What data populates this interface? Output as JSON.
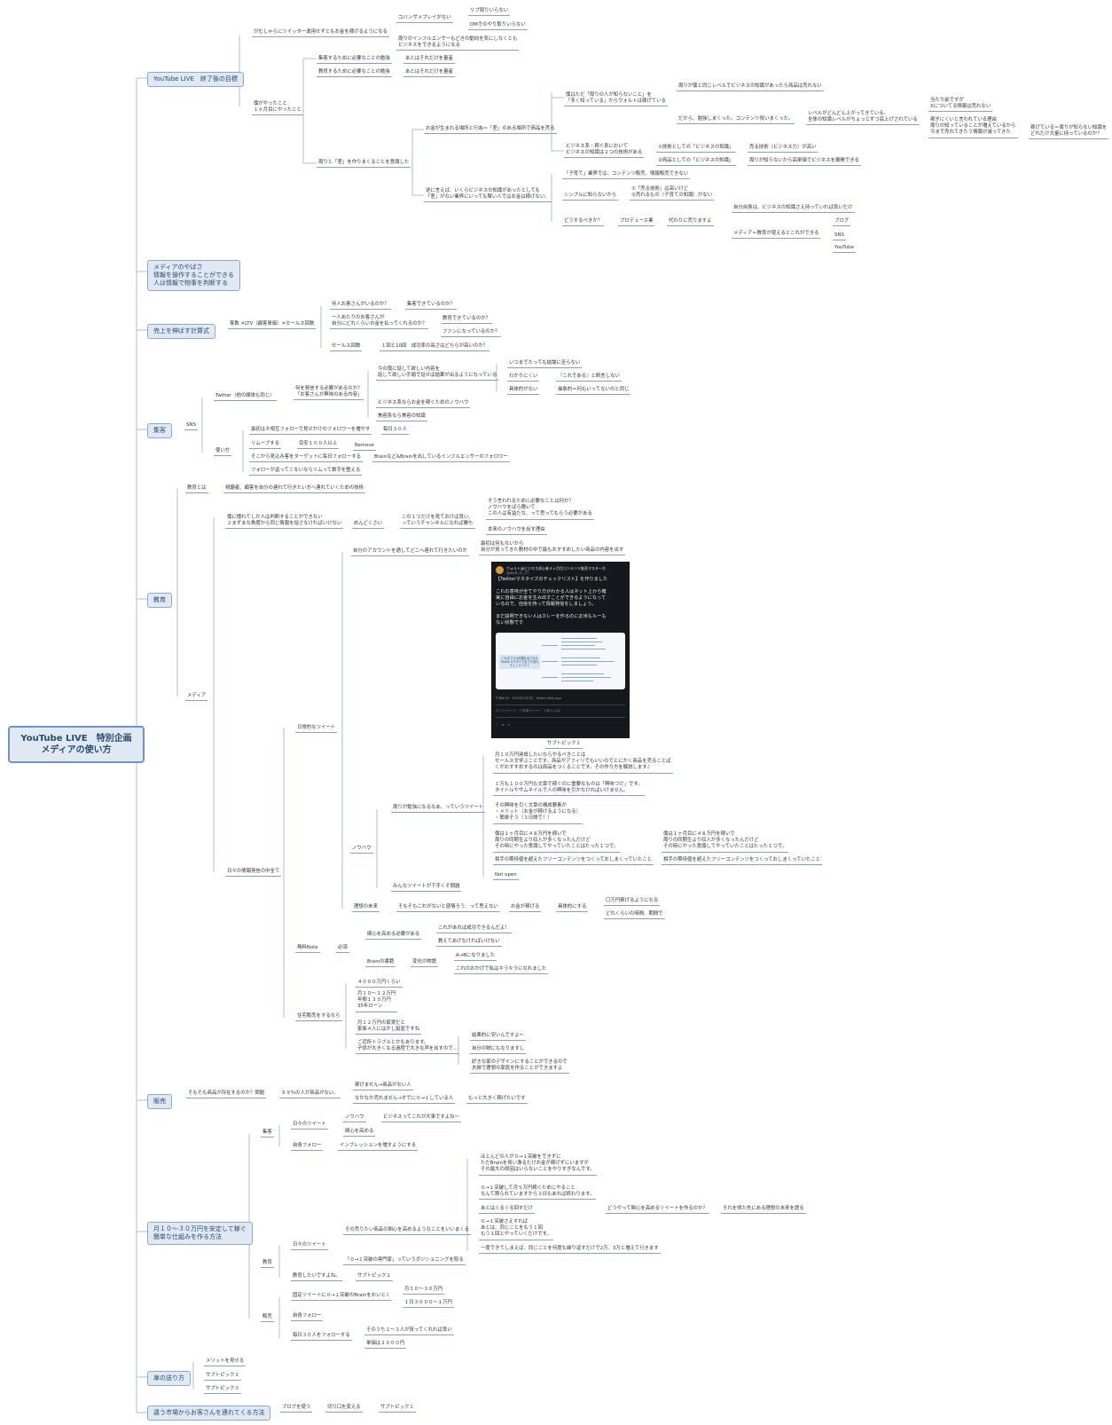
{
  "root": "YouTube LIVE　特別企画\nメディアの使い方",
  "branches": {
    "b1": {
      "title": "YouTube LIVE　終了後の目標",
      "a": "がむしゃらにツイッター運用せずともお金を稼げるようになる",
      "a1": "コバンザメプレイがない",
      "a1a": "リプ周りいらない",
      "a1b": "DMでのやり取りいらない",
      "a2": "周りのインフルエンサーもどきの動向を気にしなくとも\nビジネスをできるようになる",
      "b": "僕がやったこと\n１ヶ月目にやったこと",
      "b1": "集客するために必要なことの勉強",
      "b1a": "あとはそれだけを量産",
      "b2": "教育するために必要なことの勉強",
      "b2a": "あとはそれだけを量産",
      "b3": "周りと「差」を作りまくることを意識した",
      "c1": "お金が生まれる場所と行為＝「差」のある場所で商品を売る",
      "c1a": "僕はただ「周りの人が知らないこと」を\n「多く知っている」からウォルトは稼げている",
      "c1a1": "周りが僕と同じレベルでビジネスの知識があったら商品は売れない",
      "c1a2": "だから、勉強しまくった。コンテンツ買いまくった。",
      "c1a2a": "レベルがどんどん上がってきている。\n全体の知識レベルがちょっとずつ底上げされている",
      "c1a2b": "当たり前ですが\nXについてる情報は売れない",
      "c1a2c": "稼ぎにくいと言われている理由\n周りの知っていることが増えているから\n今まで売れてきたう情報が減ってきた",
      "c1a2d": "稼げている＝周りが知らない知識を\nどれだけ大量に持っているのか？",
      "c1b": "ビジネス系・稼ぐ系において\nビジネスの知識は２つの技術がある",
      "c1b1": "①技術としての「ビジネスの知識」",
      "c1b1a": "売る技術（ビジネス力）が高い",
      "c1b2": "②商品としての「ビジネスの知識」",
      "c1b2a": "周りが知らないから高単価でビジネスを展開できる",
      "c2": "逆に言えば、いくらビジネスの知識があったとしても\n「差」がない業界にいっても賢い人ではお金は稼げない。",
      "c2a": "「子育て」業界では、コンテンツ販売、情報販売できない",
      "c2b": "シンプルに知らないから",
      "c2b1": "①「売る技術」は高いけど\n②売れるもの（子育ての知識）がない",
      "c2c": "どうするべきか？",
      "c2c1": "プロデュース業",
      "c2c1a": "代わりに売りますよ",
      "c2c1a1": "自分自身は、ビジネスの知識さえ持っていれば良いだけ",
      "c2c1a2": "メディア＝教育が使えるとこれができる",
      "m1": "ブログ",
      "m2": "SNS",
      "m3": "YouTube"
    },
    "b2": {
      "title": "メディアのやばさ\n情報を操作することができる\n人は情報で物事を判断する"
    },
    "b3": {
      "title": "売上を伸ばす計算式",
      "f": "客数 ✕LTV（顧客単価）✕セールス回数",
      "f1": "何人お客さんがいるのか？",
      "f1a": "集客できているのか？",
      "f2": "一人あたりのお客さんが\n自分にどれくらいお金を払ってくれるのか？",
      "f2a": "教育できているのか？",
      "f2b": "ファンになっているのか？",
      "f3": "セールス回数",
      "f3a": "１回と10回　成功率の高さはどちらが高いのか？"
    },
    "b4": {
      "title": "集客",
      "sns": "SNS",
      "tw": "Twitter（他の媒体も同じ）",
      "tw1": "何を発信する必要があるのか？\n「お客さんが興味のある内容」",
      "tw1a": "今の僕に話して欲しい内容を\n話して欲しい手順で話せば結果が出るようになっている",
      "tw1a1": "いつまでたっても結論に至らない",
      "tw1a2": "わかりにくい",
      "tw1a2a": "『これである』と断言しない",
      "tw1a3": "具体的がない",
      "tw1a3a": "抽象的＝何もいってないのと同じ",
      "tw1b": "ビジネス系ならお金を稼ぐためのノウハウ",
      "tw1c": "美容系なら美容の知識",
      "use": "使い方",
      "u1": "最初は＃相互フォローで見せかけのフォロワーを増やす",
      "u1a": "毎日３０人",
      "u2": "リムーブする",
      "u2a": "目安１００人以上",
      "u2b": "Remove",
      "u3": "そこから見込み客をターゲットに毎日フォローする",
      "u3a": "Brainなど&Brainを出しているインフルエンサーのフォロワー",
      "u4": "フォローが返ってこないならリムって数字を整える"
    },
    "b5": {
      "title": "教育",
      "def": "教育とは",
      "def1": "視聴者、顧客を自分の連れて行きたい方へ連れていくための技術",
      "media": "メディア",
      "m1": "僕に憧れてしか人は判断することができない\n２まずまな角度から同じ情報を話さなければいけない",
      "m1a": "めんどくさい",
      "m1a1": "この１つだけを見ておけば良い、\nっていうチャンネルになれば勝ち",
      "m1a1a": "そう言われるために必要なことは何か？\nノウハウをばら撒いて\nこの人は有益だな、って思ってもらう必要がある",
      "m1a1b": "本来のノウハウを出す理由",
      "m2": "日々の情報発信の中全て",
      "tweets": "日常的なツイート",
      "t1": "自分のアカウントを通してどこへ連れて行きたいのか",
      "t1a": "最初は何もないから\n自分が買ってきた教材の中で最もおすすめしたい商品の内容を出す",
      "tweet_card": {
        "author": "ウォルト@ビジネス初心者４ヶ月目コンテンツ販売マスター方",
        "handle": "@walt_m_27",
        "body": "【Twitterマネタイズのチェックリスト】を作りました\n\nこれの意味が全てやり方がわかる人はネット上から確\n実に自由にお金を生み出すことができるようになって\nいるので、自信を持って情報発信をしましょう。\n\nまだ説明できない人はカレーを作るのにお米もルーも\nない状態です",
        "card_title": "これまででの成果を出された\nTwitterマネタイズまでの流れ\nチェックリスト",
        "meta": "午後8:00 · 2023年7月7日 · Twitter Web App",
        "retweets": "21 リツイート　7 引用ツイート　138 いいね"
      },
      "subtopic1": "サブトピック１",
      "kh": "ノウハウ",
      "kh1": "周りが勉強になるなあ、っていうツイート",
      "kh1a": "月１０万円達成したいならやるべきことは\nセールス文学ぶことです。商品やアフィリでもいいのでとにかく商品を売ることば\nくがおすすめするのは商品をつくることです。その作り方を解説します♪",
      "kh1b": "１万も１００万円も文章で稼ぐのに重要なものは「興味づけ」です。\nタイトルやサムネイルで人の興味を引かなければいけません。",
      "kh1c": "その興味を引く文章の構成要素が\n・メリット（お金が稼げるようになる）\n・簡単そう（３日間で！）",
      "kh1d": "僕は１ヶ月目に４８万円を稼いで\n周りの同期生より収入が多くなったんだけど\nその時にやった意識してやっていたことはたった１つで。",
      "kh1d2": "僕は１ヶ月目に４８万円を稼いで\n周りの同期生より収入が多くなったんだけど\nその時にやった意識してやっていたことはたった１つで。",
      "kh1e": "相手の期待値を超えたフリーコンテンツをつくっておしまくっていたこと",
      "kh1e2": "相手の期待値を超えたフリーコンテンツをつくっておしまくっていたこと",
      "kh1f": "Not open",
      "kh2": "みんなツイートが下手くそ問題",
      "ideal": "理想の未来",
      "ideal1": "そもそもこれがないと感情ろう、って思えない",
      "ideal1a": "お金が稼げる",
      "ideal1a1": "具体的にする",
      "ideal1a1a": "〇万円稼げるようになる",
      "ideal1a1b": "どれくらいの時間、期間で",
      "note": "無料Note",
      "note1": "必須",
      "note1a": "関心を高める必要がある",
      "note1a1": "これがあれば成功できるんだよ！",
      "note1a2": "教えてあげなければいけない",
      "note1b": "Brainの書籍",
      "note1b1": "変化の物語",
      "note1b1a": "A→Bになりました",
      "note1b1b": "これのおかげで私はキラキラになれました",
      "house": "住宅販売をするなら",
      "h1": "４０００万円くらい",
      "h2": "月１０〜１２万円\n年間１３０万円\n35年ローン",
      "h3": "月１２万円の家賃だと\n家族４人にはかし窮屈ですね",
      "h4": "ご近所トラブルとかもあります。\n子供が大きくなる過程で大きな声を出すので…",
      "h4a": "結果的に安いんですよ〜",
      "h4b": "自分の物にもなりますし",
      "h4c": "好きな家のデザインにすることができるので\n夫婦で理想の家庭を作ることができますよ"
    },
    "b6": {
      "title": "販売",
      "s1": "そもそも商品が存在するのか？問題",
      "s1a": "９９％の人が商品がない。",
      "s1a1": "稼げません→商品がない人",
      "s1a2": "なかなか売れません→すでに０→１している人",
      "s1a2a": "もっと大きく稼げたいです"
    },
    "b7": {
      "title": "月１０〜３０万円を安定して稼ぐ\n簡単な仕組みを作る方法",
      "g1": "集客",
      "g1a": "日々のツイート",
      "g1a1": "ノウハウ",
      "g1a1a": "ビジネスってこれが大事ですよね〜",
      "g1a2": "関心を高める",
      "g1b": "自身フォロー",
      "g1b1": "インプレッションを増すようにする",
      "g2": "教育",
      "g2a": "日々のツイート",
      "g2a1": "その売りたい商品の関心を高めるようなことをいいまくる",
      "g2a1a": "ほとんどの人が０→１突破をできずに\nただBrainを買い漁るだけお金が稼げずにいますが\nその最大の原因はいらないことをやりすぎなんです。",
      "g2a1b": "０→１突破して月５万円稼ぐためにやること\nなんて限られていますから３日もあれば終わります。",
      "g2a1c": "あとはぐるぐる回すだけ",
      "g2a1c1": "どうやって関心を高めるツイートを作るのか？",
      "g2a1c1a": "それを得た先にある理想の未来を語る",
      "g2a1d": "０→１突破さえすれば\nあとは、同じことをもう１回\nもう１回とやっていくだけです。",
      "g2a1e": "一度できてしまえば、同じことを何度も繰り返すだけで2万、3万と増えて行きます",
      "g2a2": "「０→１突破の専門家」っていうポジショニングを取る",
      "g2b": "教育したいですよね。",
      "g2b1": "サブトピック１",
      "g3": "販売",
      "g3a": "固定ツイートに０→１突破のBrainをおいとく",
      "g3a1": "月１０〜３０万円",
      "g3a2": "１日３０００〜１万円",
      "g3b": "自身フォロー",
      "g3c": "毎日３０人をフォローする",
      "g3c1": "そのうち１〜３人が買ってくれれば良い",
      "g3c2": "単価は３０００円"
    },
    "b8": {
      "title": "扉の送り方",
      "x1": "メリットを見せる",
      "x2": "サブトピック２",
      "x3": "サブトピック３"
    },
    "b9": {
      "title": "違う市場からお客さんを連れてくる方法",
      "y1": "ブログを使う",
      "y1a": "切り口を変える",
      "y1a1": "サブトピック１"
    }
  }
}
